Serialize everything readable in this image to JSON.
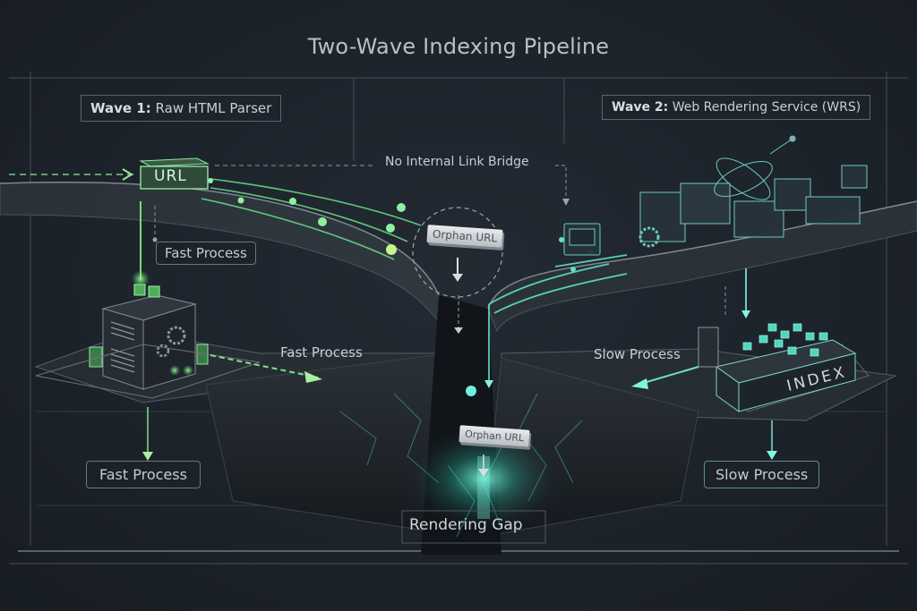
{
  "title": "Two-Wave Indexing Pipeline",
  "wave1": {
    "prefix": "Wave 1:",
    "label": "Raw HTML Parser"
  },
  "wave2": {
    "prefix": "Wave 2:",
    "label": "Web Rendering Service (WRS)"
  },
  "url_block": "URL",
  "no_link_bridge": "No Internal Link Bridge",
  "orphan_top": "Orphan URL",
  "orphan_bottom": "Orphan URL",
  "fast_process_upper": "Fast Process",
  "fast_process_mid": "Fast Process",
  "fast_process_bottom": "Fast Process",
  "slow_process_mid": "Slow Process",
  "slow_process_bottom": "Slow Process",
  "index_label": "INDEX",
  "rendering_gap": "Rendering Gap",
  "colors": {
    "background": "#1d232b",
    "wave1_accent": "#6fe08a",
    "wave2_accent": "#5fe0c8",
    "text": "#c9cfd5",
    "frame_line": "#4a535d"
  },
  "icons": [
    "server-gear-icon",
    "machinery-cluster-icon",
    "index-grid-icon",
    "orphan-url-tag-icon",
    "arrow-down-icon",
    "arrow-right-icon",
    "arrow-left-icon"
  ]
}
